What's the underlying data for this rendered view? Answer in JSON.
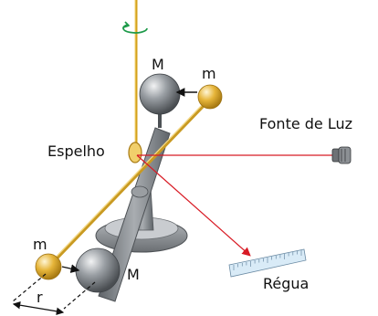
{
  "labels": {
    "big_mass_top": "M",
    "small_mass_top": "m",
    "big_mass_bottom": "M",
    "small_mass_bottom": "m",
    "mirror": "Espelho",
    "light_source": "Fonte de Luz",
    "ruler": "Régua",
    "distance": "r"
  },
  "colors": {
    "fiber": "#d4a21c",
    "small_mass": "#e6b53a",
    "large_mass": "#6f7478",
    "laser": "#d81b25",
    "rotation_arrow": "#1e9a4a",
    "ruler": "#d9ebf7",
    "stand": "#7d8287"
  }
}
